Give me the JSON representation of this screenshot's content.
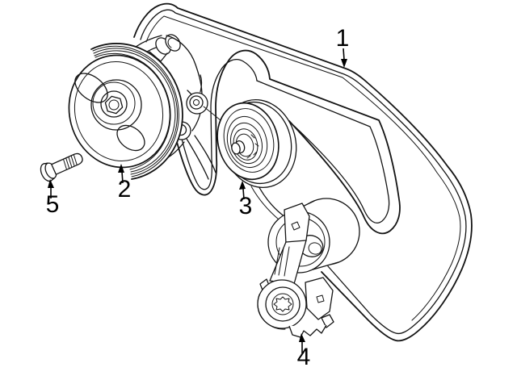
{
  "diagram": {
    "type": "parts-line-drawing",
    "background_color": "#ffffff",
    "line_color": "#141414",
    "callouts": [
      {
        "label": "1"
      },
      {
        "label": "2"
      },
      {
        "label": "3"
      },
      {
        "label": "4"
      },
      {
        "label": "5"
      }
    ]
  }
}
